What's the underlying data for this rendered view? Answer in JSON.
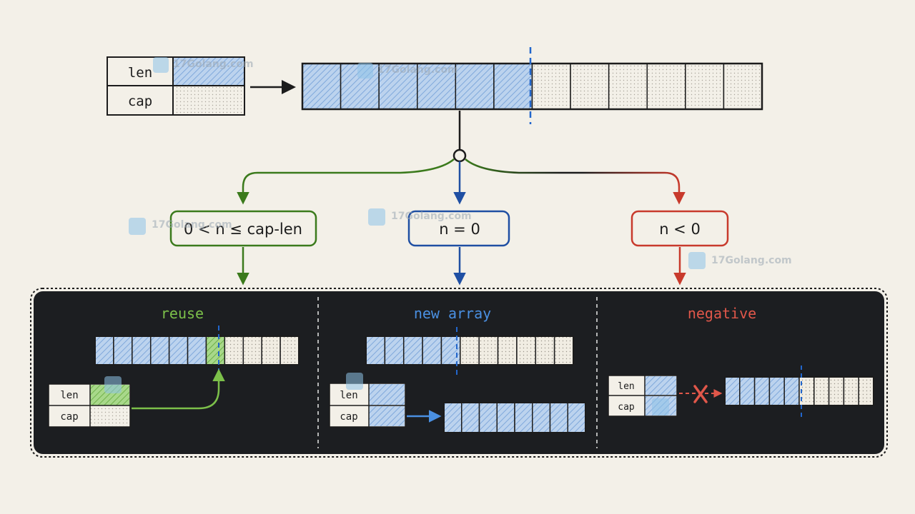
{
  "colors": {
    "background": "#f3f0e8",
    "ink": "#1c1c1c",
    "blue": "#1f4fa3",
    "blue_fill": "#bcd3ee",
    "green": "#3b7a1c",
    "green_light": "#7cc04a",
    "red": "#c83a2c",
    "panel": "#1c1e21",
    "dashed_blue": "#2266cc"
  },
  "top": {
    "header": {
      "len_label": "len",
      "cap_label": "cap"
    },
    "array": {
      "total_cells": 12,
      "filled_cells": 6
    }
  },
  "branches": [
    {
      "condition": "0 < n ≤ cap-len",
      "color": "green"
    },
    {
      "condition": "n = 0",
      "color": "blue"
    },
    {
      "condition": "n < 0",
      "color": "red"
    }
  ],
  "panels": [
    {
      "title": "reuse",
      "header": {
        "len_label": "len",
        "cap_label": "cap"
      },
      "array": {
        "total_cells": 11,
        "filled_cells": 6,
        "extended_cells": 1
      }
    },
    {
      "title": "new array",
      "header": {
        "len_label": "len",
        "cap_label": "cap"
      },
      "array": {
        "total_cells": 11,
        "filled_cells": 5
      },
      "new_array": {
        "total_cells": 8,
        "filled_cells": 8
      }
    },
    {
      "title": "negative",
      "header": {
        "len_label": "len",
        "cap_label": "cap"
      },
      "array": {
        "total_cells": 10,
        "filled_cells": 5
      },
      "icon": "red-x-icon"
    }
  ],
  "watermark": {
    "text": "17Golang.com",
    "icon": "17golang-logo-icon"
  }
}
